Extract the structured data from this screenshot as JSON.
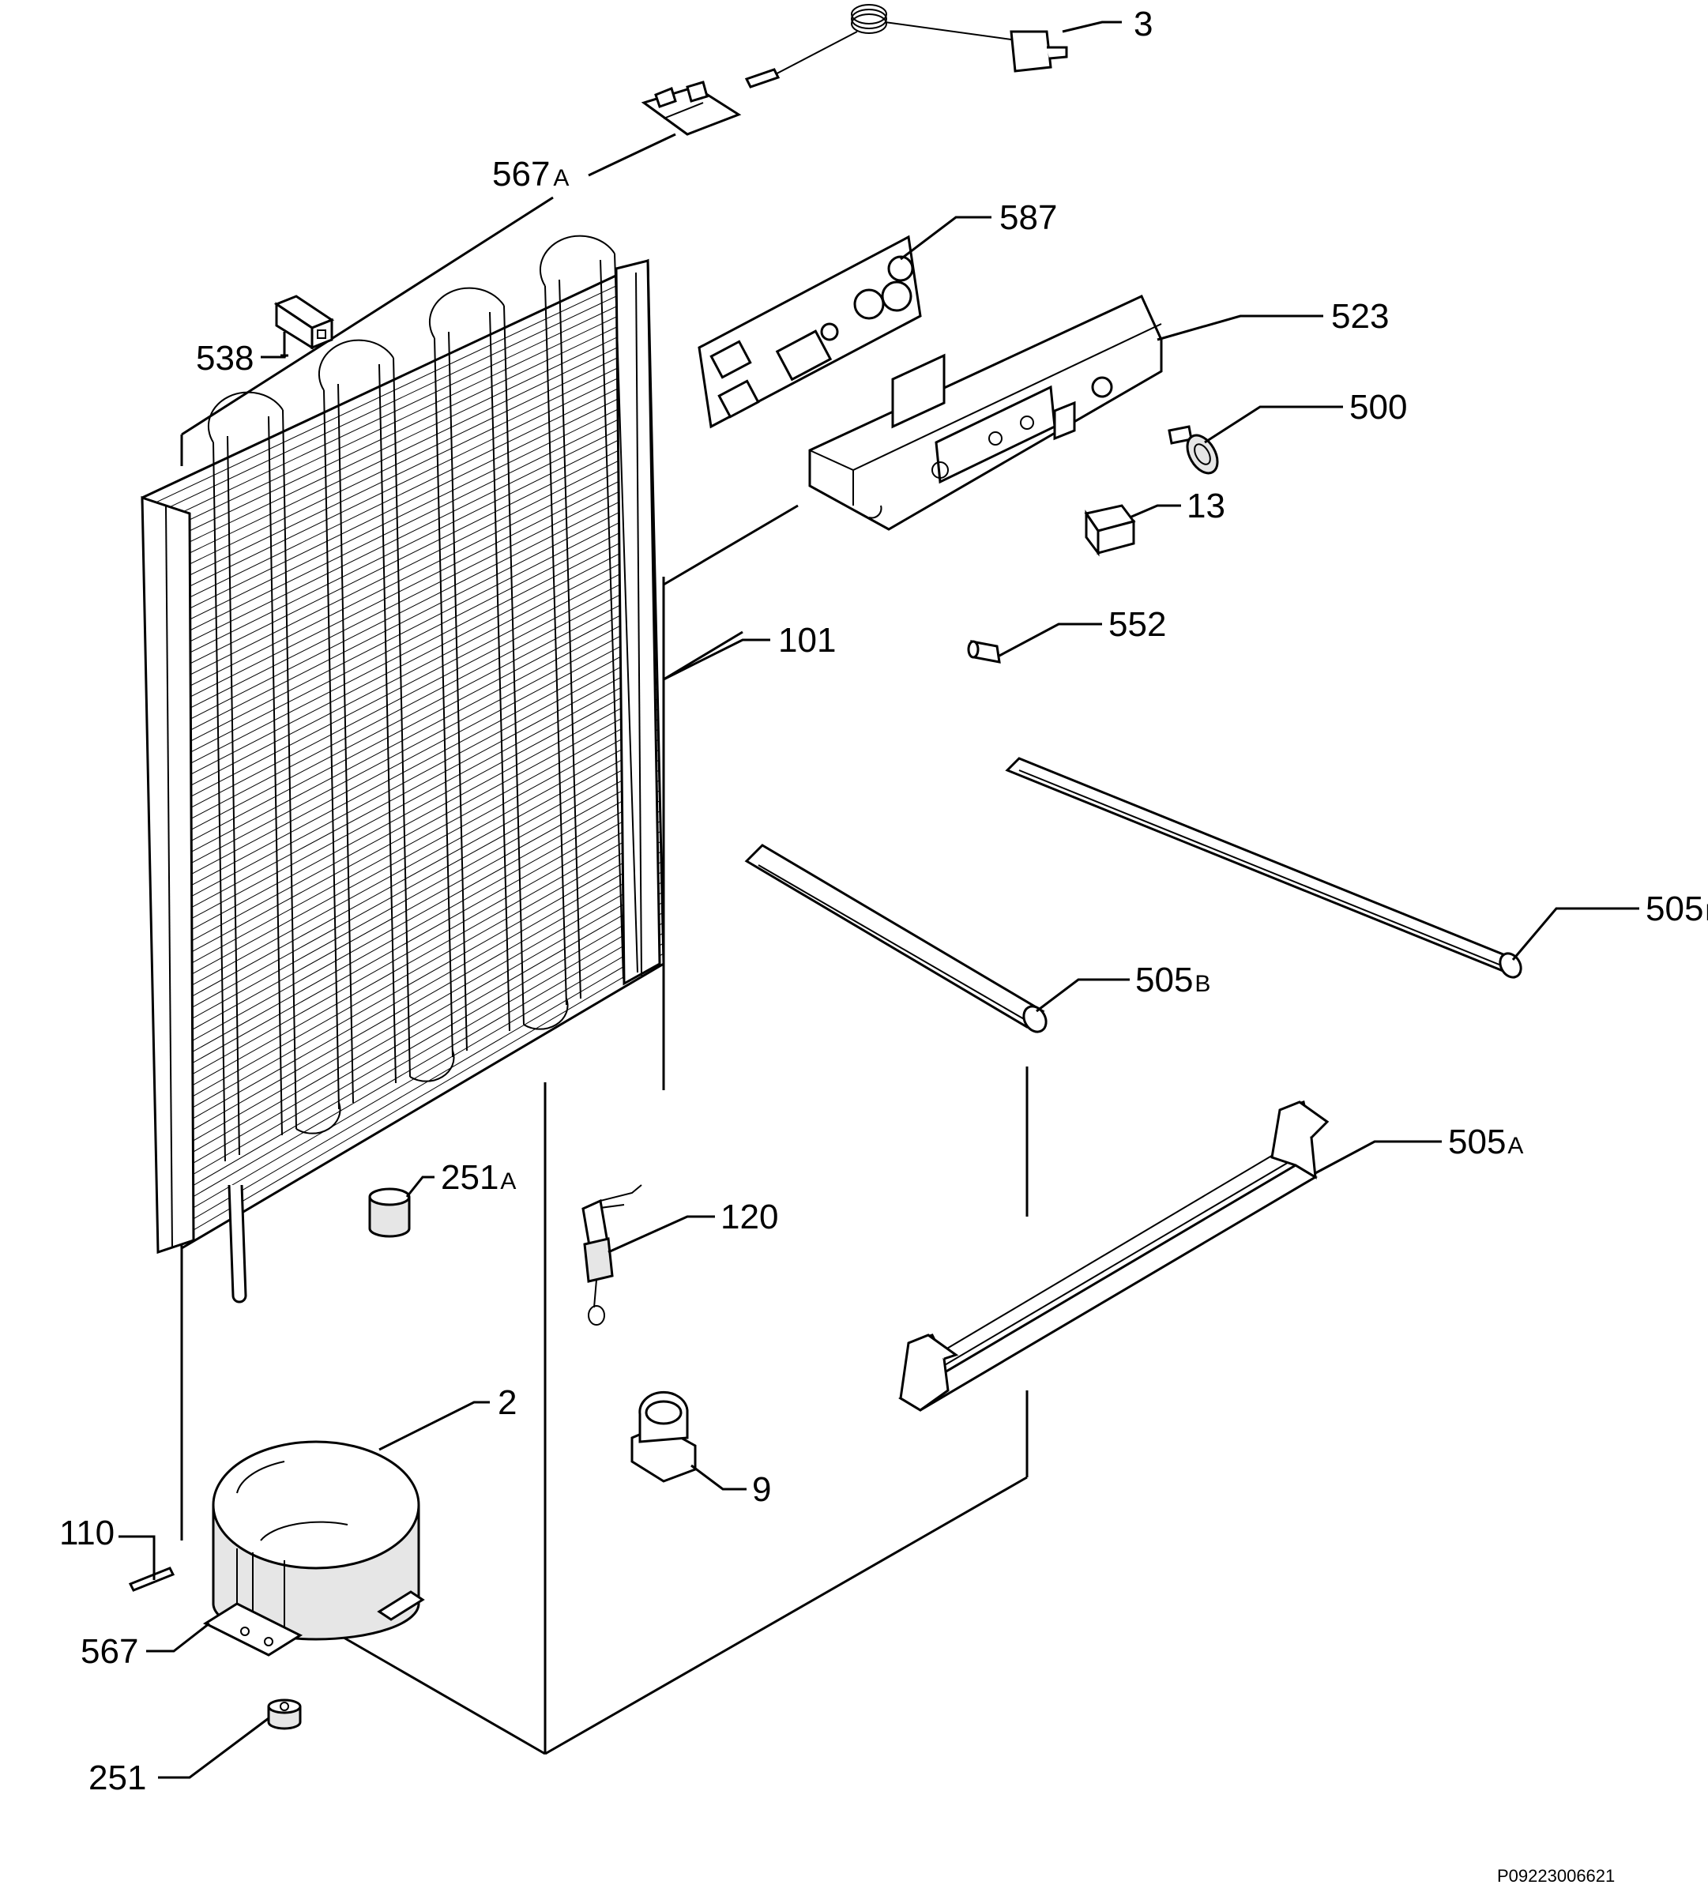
{
  "labels": {
    "l3": {
      "num": "3",
      "suffix": ""
    },
    "l567A": {
      "num": "567",
      "suffix": "A"
    },
    "l587": {
      "num": "587",
      "suffix": ""
    },
    "l523": {
      "num": "523",
      "suffix": ""
    },
    "l538": {
      "num": "538",
      "suffix": ""
    },
    "l500": {
      "num": "500",
      "suffix": ""
    },
    "l13": {
      "num": "13",
      "suffix": ""
    },
    "l101": {
      "num": "101",
      "suffix": ""
    },
    "l552": {
      "num": "552",
      "suffix": ""
    },
    "l505B1": {
      "num": "505",
      "suffix": "B"
    },
    "l505B2": {
      "num": "505",
      "suffix": "B"
    },
    "l505A": {
      "num": "505",
      "suffix": "A"
    },
    "l251A": {
      "num": "251",
      "suffix": "A"
    },
    "l120": {
      "num": "120",
      "suffix": ""
    },
    "l2": {
      "num": "2",
      "suffix": ""
    },
    "l9": {
      "num": "9",
      "suffix": ""
    },
    "l110": {
      "num": "110",
      "suffix": ""
    },
    "l567": {
      "num": "567",
      "suffix": ""
    },
    "l251": {
      "num": "251",
      "suffix": ""
    }
  },
  "drawing_code": "P09223006621"
}
